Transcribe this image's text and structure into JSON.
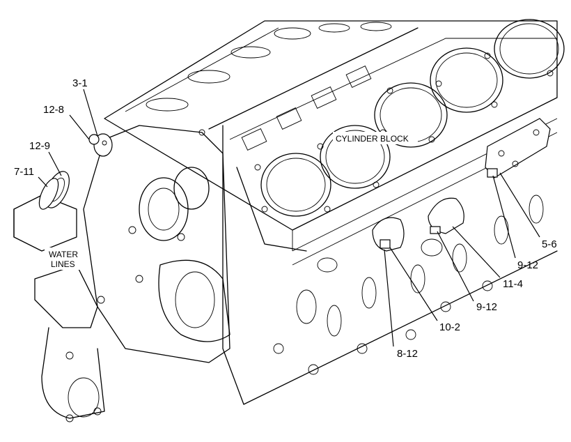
{
  "callouts": {
    "c_3_1": "3-1",
    "c_12_8": "12-8",
    "c_12_9": "12-9",
    "c_7_11": "7-11",
    "c_5_6": "5-6",
    "c_9_12_a": "9-12",
    "c_11_4": "11-4",
    "c_9_12_b": "9-12",
    "c_10_2": "10-2",
    "c_8_12": "8-12"
  },
  "annotations": {
    "cylinder_block": "CYLINDER BLOCK",
    "water_line_1": "WATER",
    "water_line_2": "LINES"
  }
}
